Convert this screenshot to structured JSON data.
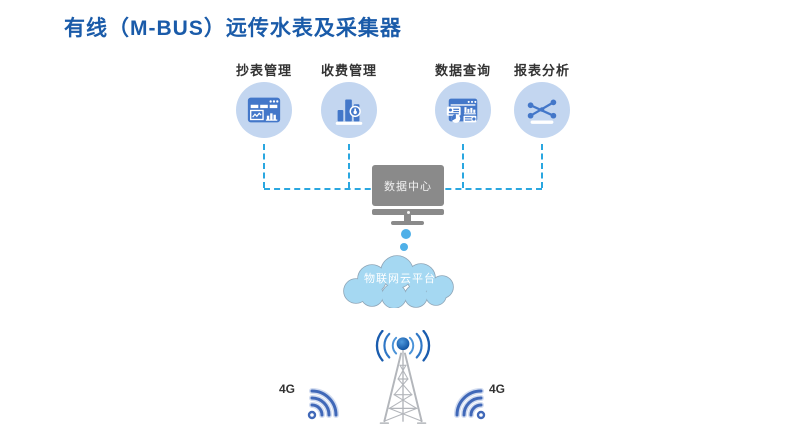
{
  "title": "有线（M-BUS）远传水表及采集器",
  "modules": [
    {
      "label": "抄表管理",
      "icon": "meter-reading-dashboard-icon"
    },
    {
      "label": "收费管理",
      "icon": "fee-management-chart-icon"
    },
    {
      "label": "数据查询",
      "icon": "data-query-icon"
    },
    {
      "label": "报表分析",
      "icon": "report-analysis-icon"
    }
  ],
  "data_center": {
    "label": "数据中心"
  },
  "cloud": {
    "label": "物联网云平台"
  },
  "network": {
    "left_label": "4G",
    "right_label": "4G"
  },
  "colors": {
    "title_blue": "#1a5ba9",
    "icon_circle_bg": "#c3d6f0",
    "icon_glyph_blue": "#4377c9",
    "dashed_line_blue": "#2aa7e0",
    "monitor_gray": "#8a8a8a",
    "dot_blue": "#4fb0e8",
    "cloud_fill": "#a5d8f2",
    "cloud_outline": "#8fa6b8",
    "tower_silver": "#b3b6bb",
    "wifi_blue": "#4068b8"
  }
}
